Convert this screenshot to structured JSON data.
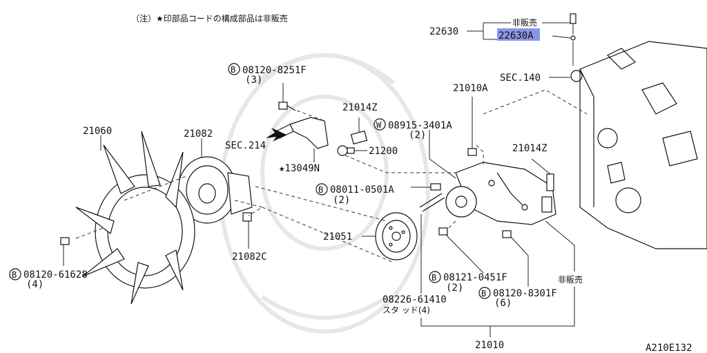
{
  "note": "（注）★印部品コードの構成部品は非販売",
  "labels": {
    "p22630": "22630",
    "not_sold_top": "非販売",
    "p22630A": "22630A",
    "sec140": "SEC.140",
    "p21010A": "21010A",
    "bolt_8251F": "08120-8251F",
    "bolt_8251F_qty": "(3)",
    "p21014Z_top": "21014Z",
    "washer_3401A": "08915-3401A",
    "washer_3401A_qty": "(2)",
    "p21060": "21060",
    "p21082": "21082",
    "sec214": "SEC.214",
    "p21200": "21200",
    "p13049N": "★13049N",
    "p21014Z_right": "21014Z",
    "bolt_0501A": "08011-0501A",
    "bolt_0501A_qty": "(2)",
    "p21051": "21051",
    "p21082C": "21082C",
    "bolt_61628": "08120-61628",
    "bolt_61628_qty": "(4)",
    "bolt_0451F": "08121-0451F",
    "bolt_0451F_qty": "(2)",
    "bolt_8301F": "08120-8301F",
    "bolt_8301F_qty": "(6)",
    "not_sold_right": "非販売",
    "stud_61410": "08226-61410",
    "stud_61410_desc": "スタ ッド(4)",
    "p21010": "21010",
    "figure_code": "A210E132"
  },
  "badges": {
    "bolt": "B",
    "washer": "W"
  },
  "highlight_color": "#8c96e6"
}
